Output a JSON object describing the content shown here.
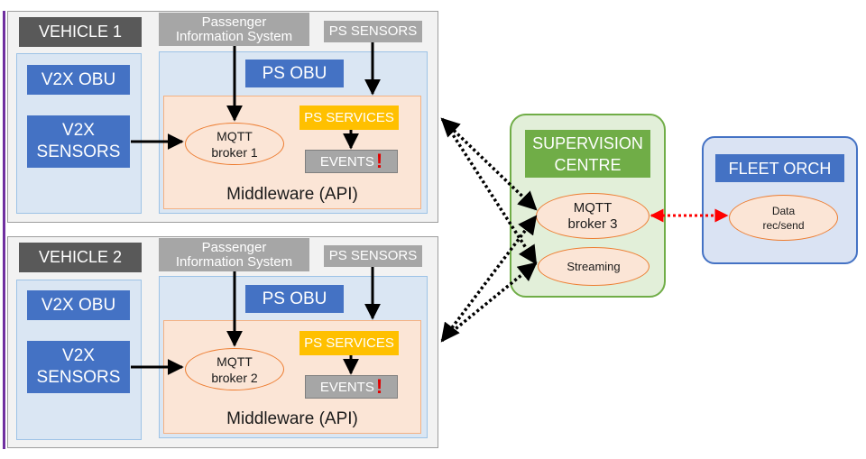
{
  "vehicles": [
    {
      "title": "VEHICLE 1",
      "pis": [
        "Passenger",
        "Information System"
      ],
      "ps_sensors": "PS SENSORS",
      "v2x_obu": "V2X OBU",
      "v2x_sensors": [
        "V2X",
        "SENSORS"
      ],
      "ps_obu": "PS OBU",
      "mqtt": [
        "MQTT",
        "broker 1"
      ],
      "ps_services": "PS SERVICES",
      "events": "EVENTS",
      "events_mark": "!",
      "middleware": "Middleware (API)"
    },
    {
      "title": "VEHICLE 2",
      "pis": [
        "Passenger",
        "Information System"
      ],
      "ps_sensors": "PS SENSORS",
      "v2x_obu": "V2X OBU",
      "v2x_sensors": [
        "V2X",
        "SENSORS"
      ],
      "ps_obu": "PS OBU",
      "mqtt": [
        "MQTT",
        "broker 2"
      ],
      "ps_services": "PS SERVICES",
      "events": "EVENTS",
      "events_mark": "!",
      "middleware": "Middleware (API)"
    }
  ],
  "supervision": {
    "title": [
      "SUPERVISION",
      "CENTRE"
    ],
    "mqtt": [
      "MQTT",
      "broker 3"
    ],
    "streaming": "Streaming"
  },
  "fleet": {
    "title": "FLEET ORCH",
    "data": [
      "Data",
      "rec/send"
    ]
  },
  "colors": {
    "vehicle_bg": "#f2f2f2",
    "obu_blue": "#4472c4",
    "middleware_bg": "#fbe5d6",
    "ellipse_border": "#ed7d31",
    "ps_services": "#ffc000",
    "supervision_border": "#70ad47",
    "fleet_border": "#4472c4",
    "link_red": "#ff0000"
  }
}
